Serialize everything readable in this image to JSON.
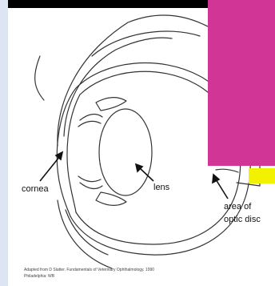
{
  "colors": {
    "background": "#ffffff",
    "top_bar": "#000000",
    "left_strip": "#dde4f4",
    "magenta_block": "#d13595",
    "yellow_mark": "#f2f200",
    "line": "#333333"
  },
  "labels": {
    "cornea": "cornea",
    "lens": "lens",
    "optic_line1": "area of",
    "optic_line2": "optic disc"
  },
  "citation": {
    "line1": "Adapted from D Slatter. Fundamentals of Veterinary Ophthalmology. 1990",
    "line2": "Philadelphia: WB"
  }
}
